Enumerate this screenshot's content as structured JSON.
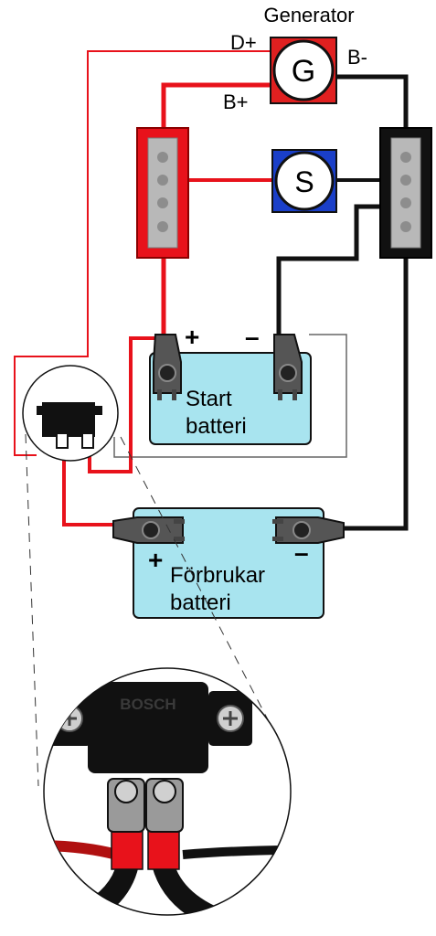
{
  "generator": {
    "title": "Generator",
    "letter": "G",
    "terminal_d_plus": "D+",
    "terminal_b_plus": "B+",
    "terminal_b_minus": "B-"
  },
  "starter": {
    "letter": "S"
  },
  "start_battery": {
    "line1": "Start",
    "line2": "batteri",
    "plus": "+",
    "minus": "–"
  },
  "consumer_battery": {
    "line1": "Förbrukar",
    "line2": "batteri",
    "plus": "+",
    "minus": "–"
  },
  "relay_closeup": {
    "brand": "BOSCH"
  },
  "colors": {
    "positive_wire": "#e8121b",
    "negative_wire": "#111111",
    "battery_fill": "#a8e4ef",
    "generator_box": "#e02020",
    "starter_box": "#1a3fc8",
    "busbar_fill": "#b8b8b8",
    "dark_red_wire": "#b01010"
  }
}
